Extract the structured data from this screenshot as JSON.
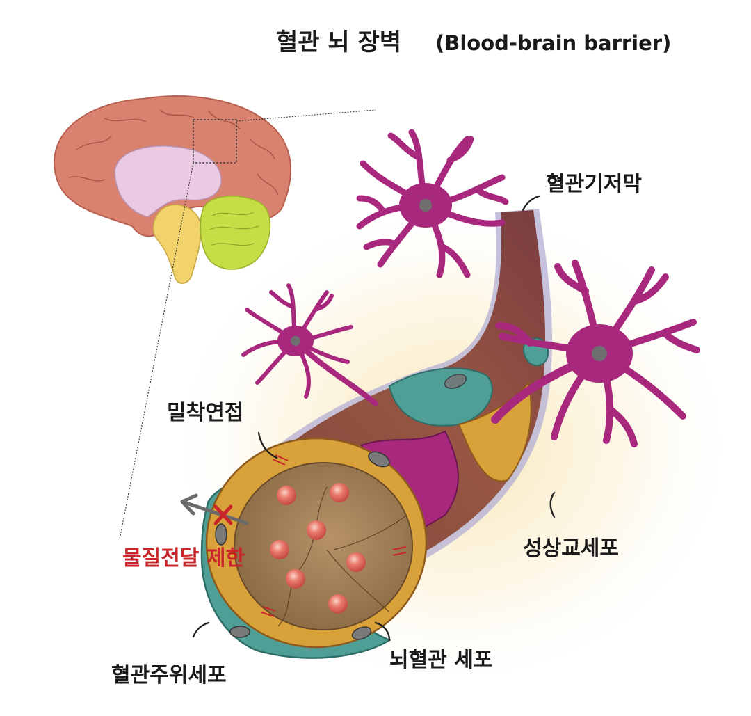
{
  "title": {
    "korean": "혈관 뇌 장벽",
    "english": "(Blood-brain barrier)"
  },
  "labels": {
    "basement_membrane": "혈관기저막",
    "tight_junction": "밀착연접",
    "transport_restriction": "물질전달 제한",
    "astrocyte": "성상교세포",
    "pericyte": "혈관주위세포",
    "endothelial_cell": "뇌혈관 세포"
  },
  "colors": {
    "brain_cortex": "#d9826f",
    "brain_inner": "#ecc9e2",
    "cerebellum": "#c7dd45",
    "brainstem": "#f2d36b",
    "vessel": "#8e4a45",
    "endothelium": "#d9a13a",
    "pericyte": "#4f9f96",
    "astrocyte": "#a8287e",
    "rbc": "#e0645a",
    "restriction": "#c8262a"
  }
}
